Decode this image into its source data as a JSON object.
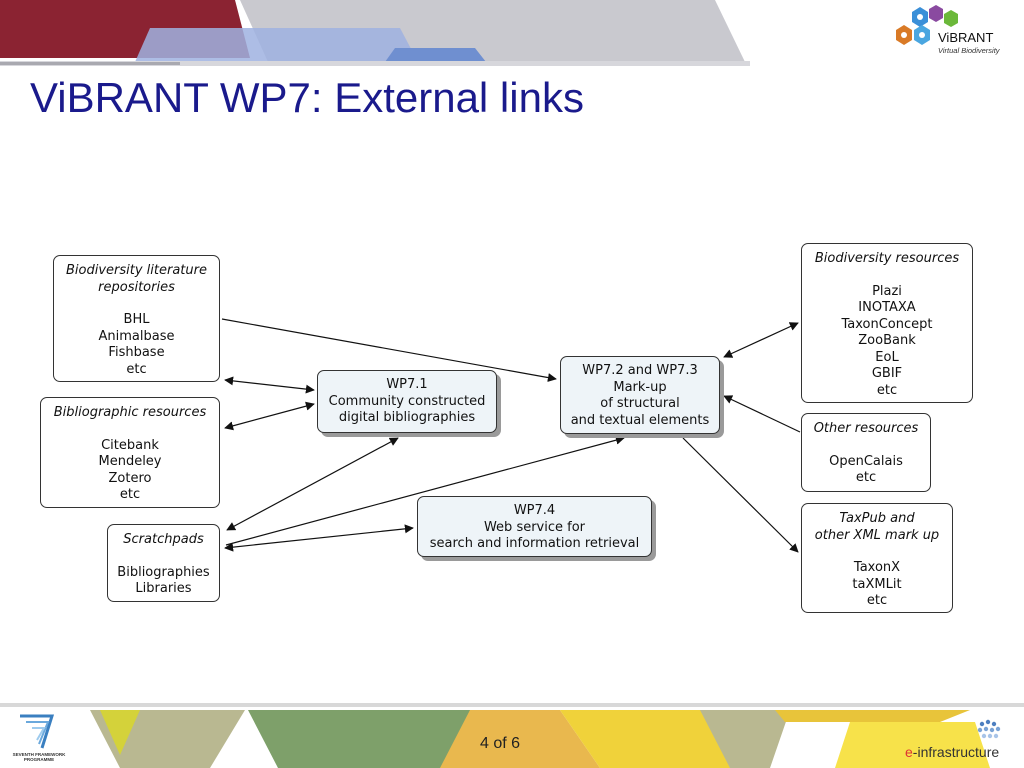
{
  "slide": {
    "title": "ViBRANT WP7: External links",
    "page_number": "4 of 6"
  },
  "branding": {
    "logo_name": "ViBRANT",
    "logo_tagline": "Virtual Biodiversity",
    "einfra_prefix": "e",
    "einfra_suffix": "-infrastructure",
    "fp7_label": "SEVENTH FRAMEWORK PROGRAMME",
    "colors": {
      "title": "#1a1a8c",
      "banner_red": "#8b2332",
      "banner_grey": "#c9c9cf",
      "banner_blue": "#6f8fd0",
      "footer_green": "#7ea06a",
      "footer_yellow": "#f0d23a",
      "wp_box_fill": "#eef4f8"
    }
  },
  "diagram": {
    "sources": [
      {
        "header": [
          "Biodiversity literature",
          "repositories"
        ],
        "items": [
          "BHL",
          "Animalbase",
          "Fishbase",
          "etc"
        ]
      },
      {
        "header": [
          "Bibliographic resources"
        ],
        "items": [
          "Citebank",
          "Mendeley",
          "Zotero",
          "etc"
        ]
      },
      {
        "header": [
          "Scratchpads"
        ],
        "items": [
          "Bibliographies",
          "Libraries"
        ]
      }
    ],
    "work_packages": [
      {
        "lines": [
          "WP7.1",
          "Community constructed",
          "digital bibliographies"
        ]
      },
      {
        "lines": [
          "WP7.2 and WP7.3",
          "Mark-up",
          "of structural",
          "and textual elements"
        ]
      },
      {
        "lines": [
          "WP7.4",
          "Web service for",
          "search and information retrieval"
        ]
      }
    ],
    "targets": [
      {
        "header": [
          "Biodiversity resources"
        ],
        "items": [
          "Plazi",
          "INOTAXA",
          "TaxonConcept",
          "ZooBank",
          "EoL",
          "GBIF",
          "etc"
        ]
      },
      {
        "header": [
          "Other resources"
        ],
        "items": [
          "OpenCalais",
          "etc"
        ]
      },
      {
        "header": [
          "TaxPub and",
          "other XML mark up"
        ],
        "items": [
          "TaxonX",
          "taXMLit",
          "etc"
        ]
      }
    ]
  }
}
